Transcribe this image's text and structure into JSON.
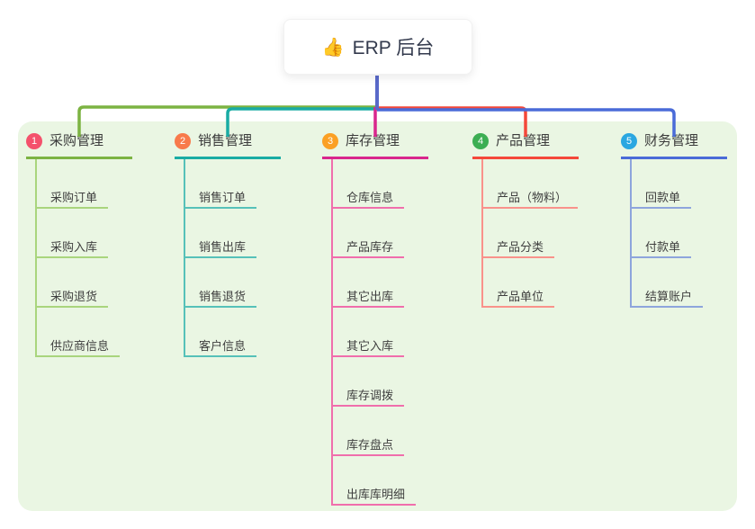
{
  "root": {
    "icon": "👍",
    "label": "ERP 后台"
  },
  "colors": {
    "root_line": "#5969c9",
    "panel_bg": "#eaf6e3",
    "text": "#3c3c3c"
  },
  "branches": [
    {
      "number": "1",
      "label": "采购管理",
      "badge_color": "#f4516c",
      "line_color": "#7cb342",
      "child_line_color": "#a9d57d",
      "children": [
        "采购订单",
        "采购入库",
        "采购退货",
        "供应商信息"
      ]
    },
    {
      "number": "2",
      "label": "销售管理",
      "badge_color": "#f87a4b",
      "line_color": "#19aca4",
      "child_line_color": "#56c1b9",
      "children": [
        "销售订单",
        "销售出库",
        "销售退货",
        "客户信息"
      ]
    },
    {
      "number": "3",
      "label": "库存管理",
      "badge_color": "#fba024",
      "line_color": "#d9268d",
      "child_line_color": "#f06eac",
      "children": [
        "仓库信息",
        "产品库存",
        "其它出库",
        "其它入库",
        "库存调拨",
        "库存盘点",
        "出库库明细"
      ]
    },
    {
      "number": "4",
      "label": "产品管理",
      "badge_color": "#3cae53",
      "line_color": "#f4483a",
      "child_line_color": "#f9928b",
      "children": [
        "产品（物料）",
        "产品分类",
        "产品单位"
      ]
    },
    {
      "number": "5",
      "label": "财务管理",
      "badge_color": "#2aa7e1",
      "line_color": "#4a6bd8",
      "child_line_color": "#8ea5dc",
      "children": [
        "回款单",
        "付款单",
        "结算账户"
      ]
    }
  ]
}
